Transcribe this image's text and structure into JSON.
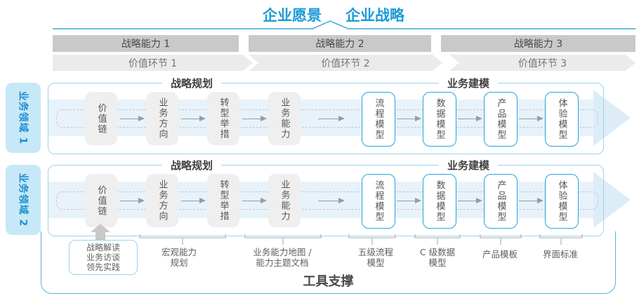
{
  "title": {
    "vision": "企业愿景",
    "strategy": "企业战略"
  },
  "strategic_capabilities": [
    "战略能力 1",
    "战略能力 2",
    "战略能力 3"
  ],
  "value_links": [
    "价值环节 1",
    "价值环节 2",
    "价值环节 3"
  ],
  "business_domains": [
    "业务领域 1",
    "业务领域 2"
  ],
  "row_headers": {
    "strategic_planning": "战略规划",
    "business_modeling": "业务建模"
  },
  "process_boxes": [
    {
      "label": "价值链",
      "variant": "gray"
    },
    {
      "label": "业务方向",
      "variant": "gray"
    },
    {
      "label": "转型举措",
      "variant": "gray"
    },
    {
      "label": "业务能力",
      "variant": "gray"
    },
    {
      "label": "流程模型",
      "variant": "blue"
    },
    {
      "label": "数据模型",
      "variant": "blue"
    },
    {
      "label": "产品模型",
      "variant": "blue"
    },
    {
      "label": "体验模型",
      "variant": "blue"
    }
  ],
  "annotations": {
    "strategy_inputs": {
      "lines": [
        "战略解读",
        "业务访谈",
        "领先实践"
      ]
    },
    "macro_capability": {
      "lines": [
        "宏观能力",
        "规划"
      ]
    },
    "capability_map": {
      "lines": [
        "业务能力地图 /",
        "能力主题文档"
      ]
    },
    "process_model": {
      "lines": [
        "五级流程",
        "模型"
      ]
    },
    "data_model": {
      "lines": [
        "C 级数据",
        "模型"
      ]
    },
    "product_template": {
      "lines": [
        "产品模板"
      ]
    },
    "ui_standard": {
      "lines": [
        "界面标准"
      ]
    }
  },
  "tool_support_label": "工具支撑",
  "colors": {
    "accent_blue": "#1B9BD7",
    "box_border_blue": "#2BA2D9",
    "domain_fill_blue": "#C7E8F7",
    "capability_band_gray": "#C9C9C9",
    "value_band_gray": "#EBEBEB",
    "flow_band_blue": "#E7F2FA",
    "container_border_blue": "#56B1DD"
  }
}
